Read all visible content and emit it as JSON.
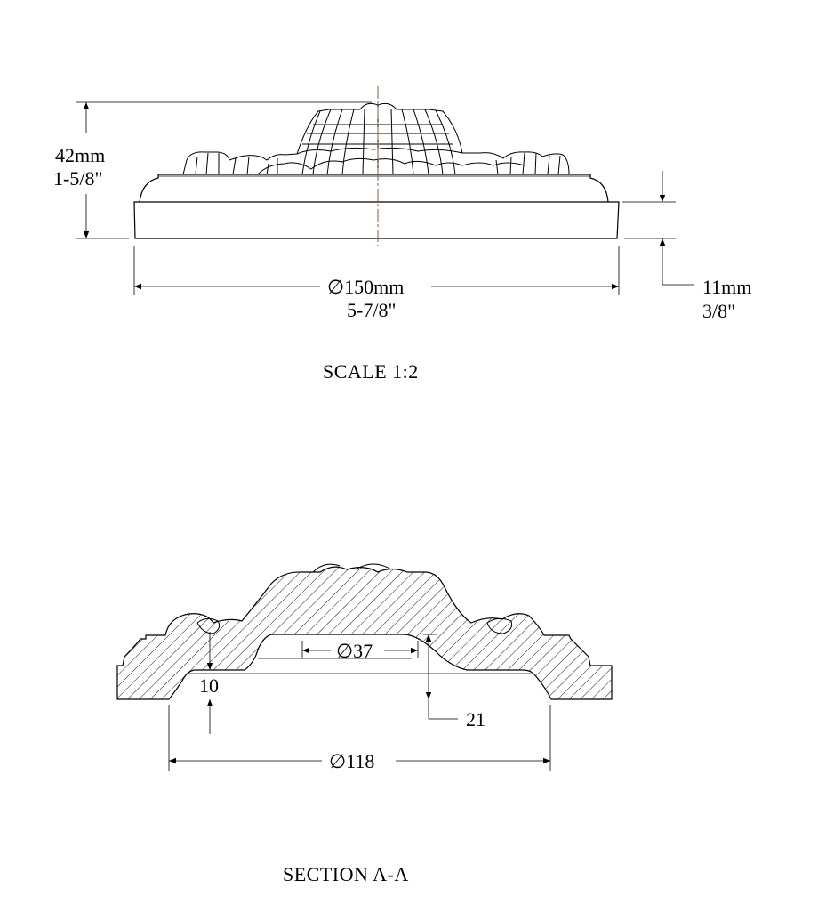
{
  "elevation": {
    "height_mm": "42mm",
    "height_in": "1-5/8\"",
    "diameter_mm": "∅150mm",
    "diameter_in": "5-7/8\"",
    "base_mm": "11mm",
    "base_in": "3/8\"",
    "scale": "SCALE  1:2"
  },
  "section": {
    "inner_diameter": "∅37",
    "depth": "21",
    "thickness": "10",
    "bottom_diameter": "∅118",
    "title": "SECTION  A-A"
  },
  "colors": {
    "line": "#000000",
    "centerline": "#8b5a3c"
  }
}
